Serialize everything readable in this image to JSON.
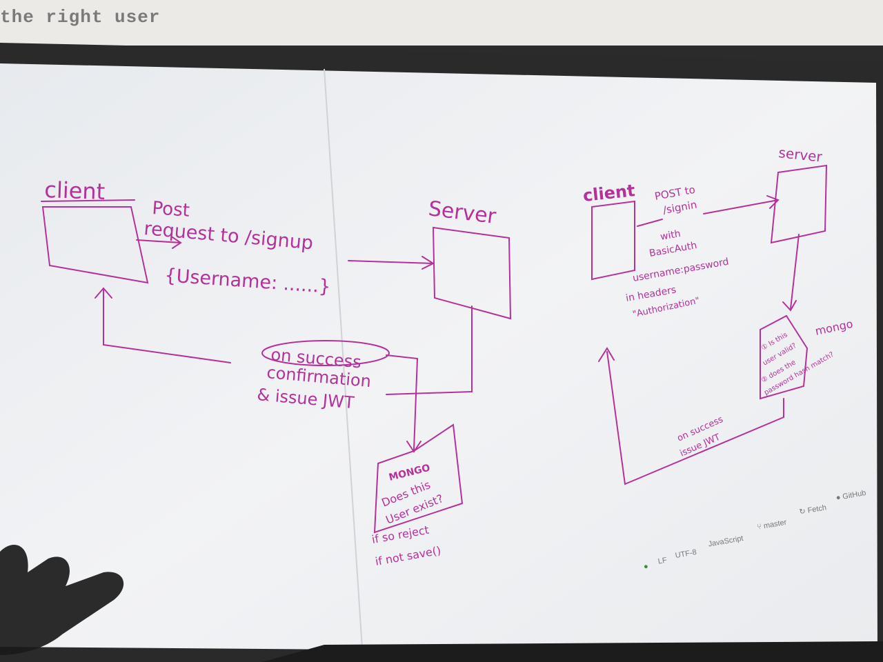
{
  "top_code": "the right user",
  "left_diagram": {
    "client_label": "client",
    "post_line1": "Post",
    "post_line2": "request to /signup",
    "payload": "{Username: ......}",
    "server_label": "Server",
    "success_line1": "on success",
    "success_line2": "confirmation",
    "success_line3": "& issue JWT",
    "mongo_title": "MONGO",
    "mongo_line1": "Does this",
    "mongo_line2": "User exist?",
    "reject_line1": "if so reject",
    "reject_line2": "if not save()"
  },
  "right_diagram": {
    "client_label": "client",
    "post_line1": "POST to",
    "post_line2": "/signin",
    "with_line1": "with",
    "with_line2": "BasicAuth",
    "with_line3": "username:password",
    "with_line4": "in headers",
    "with_line5": "\"Authorization\"",
    "server_label": "server",
    "check_line1": "① Is this",
    "check_line2": "user valid?",
    "check_line3": "② does the",
    "check_line4": "password hash match?",
    "mongo_label": "mongo",
    "success_line1": "on success",
    "success_line2": "issue JWT"
  },
  "status_bar": {
    "dot": "●",
    "lf": "LF",
    "encoding": "UTF-8",
    "language": "JavaScript",
    "branch": "master",
    "fetch": "Fetch",
    "github": "GitHub"
  },
  "colors": {
    "ink": "#b4319a",
    "screen": "#eef0f4",
    "bezel": "#1e1e1e"
  }
}
